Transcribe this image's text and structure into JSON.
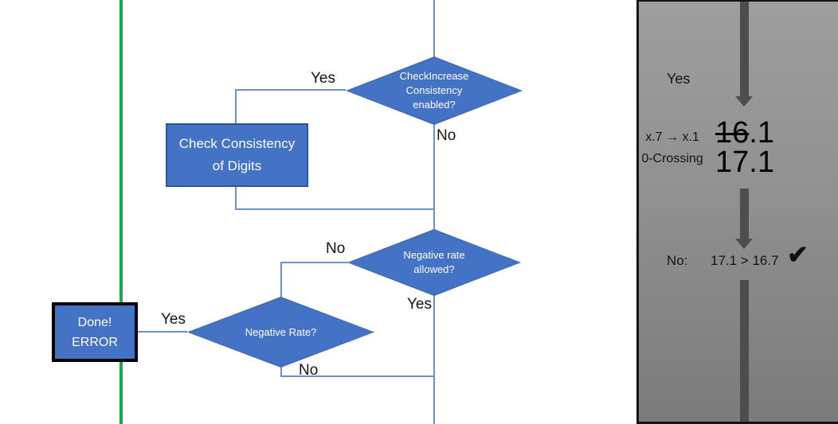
{
  "flowchart": {
    "nodes": {
      "check_increase": {
        "label": "CheckIncrease\nConsistency\nenabled?"
      },
      "check_consistency": {
        "label": "Check Consistency\nof Digits"
      },
      "negative_rate_allowed": {
        "label": "Negative rate\nallowed?"
      },
      "negative_rate": {
        "label": "Negative Rate?"
      },
      "done_error": {
        "label": "Done!\nERROR"
      }
    },
    "edge_labels": {
      "check_increase_yes": "Yes",
      "check_increase_no": "No",
      "negative_rate_allowed_no": "No",
      "negative_rate_allowed_yes": "Yes",
      "negative_rate_yes": "Yes",
      "negative_rate_no": "No"
    }
  },
  "side_panel": {
    "branch_label": "Yes",
    "annotation": "x.7 → x.1\n0-Crossing",
    "old_value": {
      "struck": "16",
      "rest": ".1"
    },
    "new_value": "17.1",
    "result": {
      "prefix": "No:",
      "comparison": "17.1 > 16.7",
      "check_icon": "✔"
    }
  },
  "colors": {
    "node_fill": "#4472C4",
    "node_border": "#2E5491",
    "connector_blue": "#6B91C9",
    "divider_green": "#1DA750",
    "panel_arrow_gray": "#4D4D4D",
    "panel_bg_top": "#9E9E9E",
    "panel_bg_bottom": "#7B7B7B"
  }
}
